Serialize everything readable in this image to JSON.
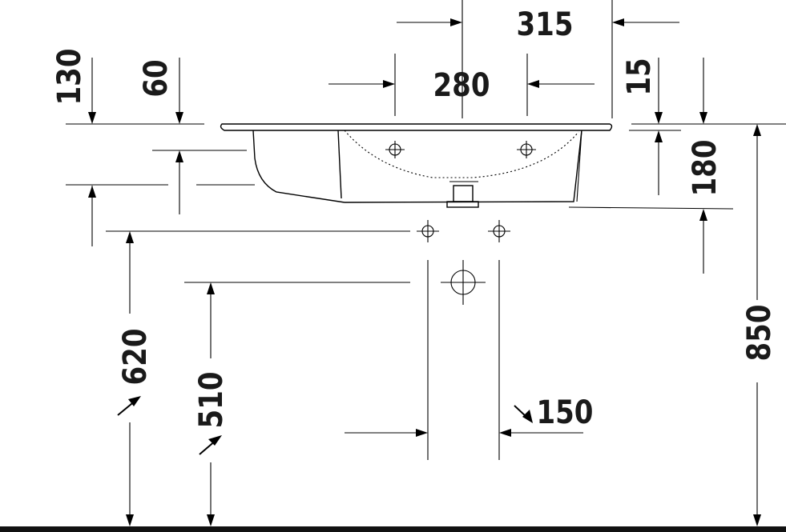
{
  "drawing": {
    "dimensions": {
      "d315": "315",
      "d280": "280",
      "d130": "130",
      "d60": "60",
      "d15": "15",
      "d180": "180",
      "d620": "620",
      "d510": "510",
      "d150": "150",
      "d850": "850"
    }
  }
}
